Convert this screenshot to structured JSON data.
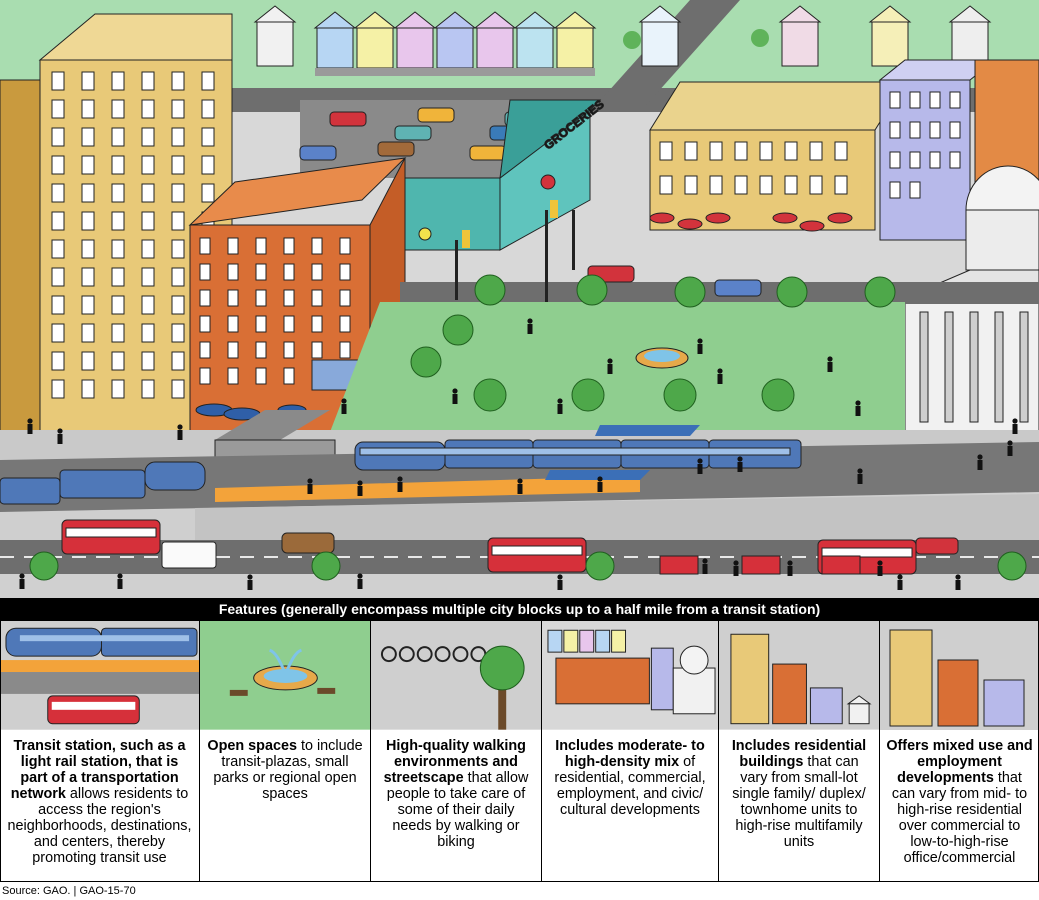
{
  "scene": {
    "grocery_sign": "GROCERIES"
  },
  "banner": {
    "text": "Features (generally encompass multiple city blocks up to a half mile from a transit station)"
  },
  "panels": [
    {
      "bold1": "Transit station, such as a light rail station, that is part of a transportation network",
      "rest": " allows residents to access the region's neighborhoods, destinations, and centers, thereby promoting transit use"
    },
    {
      "bold1": "Open spaces",
      "rest": " to include transit-plazas, small parks or regional open spaces"
    },
    {
      "bold1": "High-quality walking environments and streetscape",
      "rest": " that allow people to take care of some of their daily needs by walking or biking"
    },
    {
      "bold1": "Includes moderate- to high-density mix",
      "rest": " of residential, commercial, employment, and civic/ cultural developments"
    },
    {
      "bold1": "Includes residential buildings",
      "rest": " that can vary from small-lot single family/ duplex/ townhome units to high-rise multifamily units"
    },
    {
      "bold1": "Offers mixed use and employment developments",
      "rest": " that can vary from mid- to high-rise residential over commercial to low-to-high-rise office/commercial"
    }
  ],
  "source": "Source: GAO.  |  GAO-15-70",
  "colors": {
    "park": "#8fce8f",
    "road": "#6e6e6e",
    "platform": "#f3a33a",
    "train": "#4f78b8",
    "bus": "#d6303a",
    "tan_building": "#e8c978",
    "orange_building": "#d96f35",
    "grocery": "#5fc4bd"
  }
}
